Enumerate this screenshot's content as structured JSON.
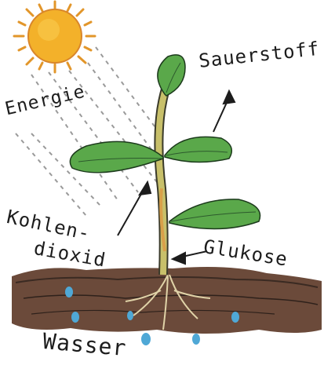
{
  "diagram": {
    "labels": {
      "energie": "Energie",
      "sauerstoff": "Sauerstoff",
      "kohlendioxid_line1": "Kohlen-",
      "kohlendioxid_line2": "dioxid",
      "glukose": "Glukose",
      "wasser": "Wasser"
    },
    "colors": {
      "sun": "#f3b12a",
      "sun_rays": "#e2962a",
      "leaf": "#5aa84a",
      "stem": "#c8c06a",
      "soil": "#6b4a3a",
      "water_drops": "#4fa8d6"
    }
  }
}
